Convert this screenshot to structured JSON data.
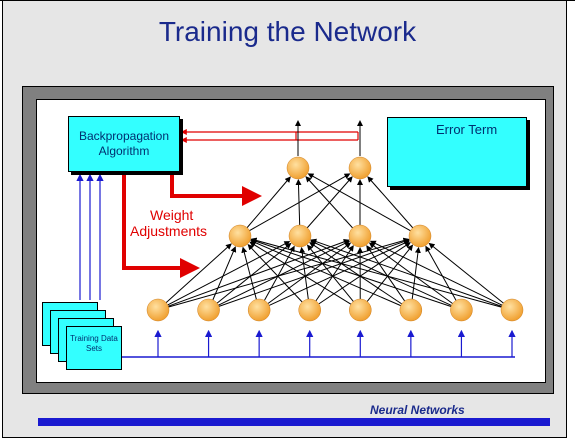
{
  "slide": {
    "title": "Training the Network",
    "footer": "Neural Networks"
  },
  "backprop": {
    "line1": "Backpropagation",
    "line2": "Algorithm"
  },
  "error_term": {
    "label": "Error Term"
  },
  "weight_adjustments": {
    "line1": "Weight",
    "line2": "Adjustments"
  },
  "training_data": {
    "line1": "Training Data",
    "line2": "Sets"
  },
  "network": {
    "layers": [
      8,
      4,
      2
    ]
  },
  "colors": {
    "title": "#1a2a8c",
    "box_fill": "#33ffff",
    "node_fill": "#ffb84d",
    "weight_arrow": "#e00000",
    "input_arrow": "#1a1ad0",
    "footer_bar": "#1a1ad0"
  }
}
